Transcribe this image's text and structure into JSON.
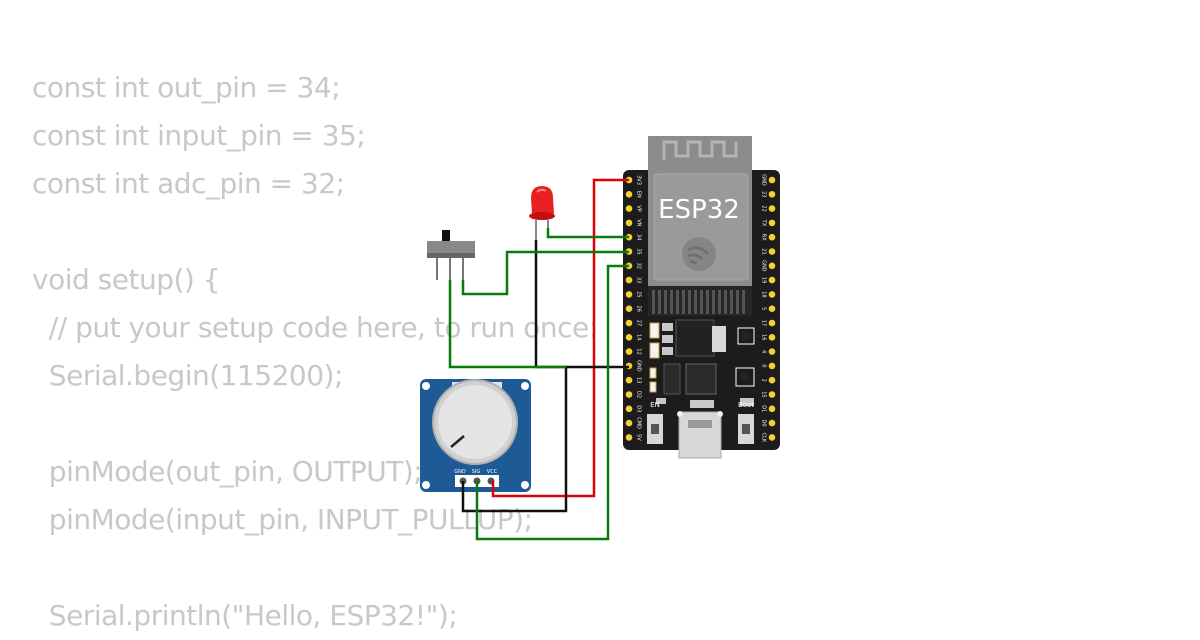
{
  "code_lines": [
    "const int out_pin = 34;",
    "const int input_pin = 35;",
    "const int adc_pin = 32;",
    "",
    "void setup() {",
    "  // put your setup code here, to run once:",
    "  Serial.begin(115200);",
    "",
    "  pinMode(out_pin, OUTPUT);",
    "  pinMode(input_pin, INPUT_PULLUP);",
    "",
    "  Serial.println(\"Hello, ESP32!\");"
  ],
  "board": {
    "chip_label": "ESP32",
    "en_label": "EN",
    "boot_label": "Boot",
    "left_pins": [
      "3V3",
      "EN",
      "VP",
      "VN",
      "34",
      "35",
      "32",
      "33",
      "25",
      "26",
      "27",
      "14",
      "12",
      "GND",
      "13",
      "D2",
      "D3",
      "CMD",
      "5V"
    ],
    "right_pins": [
      "GND",
      "23",
      "22",
      "TX",
      "RX",
      "21",
      "GND",
      "19",
      "18",
      "5",
      "17",
      "16",
      "4",
      "0",
      "2",
      "15",
      "D1",
      "D0",
      "CLK"
    ]
  },
  "potentiometer": {
    "pin_labels": [
      "GND",
      "SIG",
      "VCC"
    ]
  },
  "colors": {
    "code_text": "#c8c8c8",
    "board": "#1c1c1c",
    "module": "#8c8c8c",
    "header_pin": "#f5d22e",
    "pot_board": "#1e5a96",
    "led": "#e82020",
    "wire_red": "#e00000",
    "wire_black": "#111111",
    "wire_green": "#0a7a0a"
  }
}
